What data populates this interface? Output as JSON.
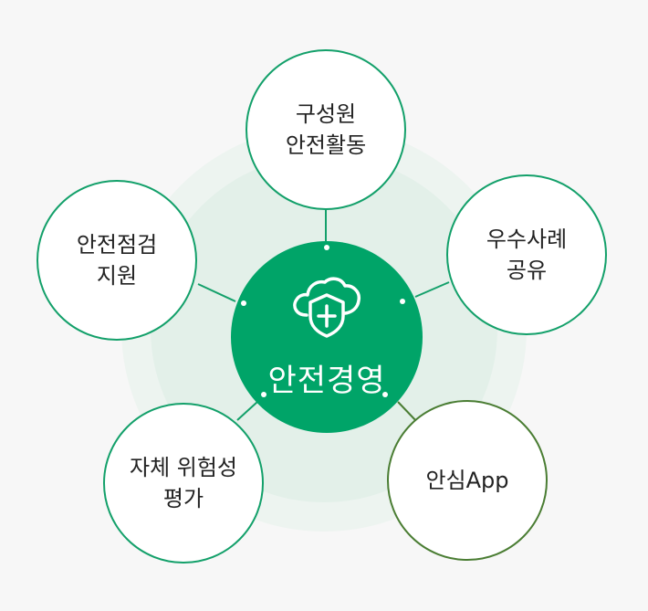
{
  "center": {
    "label": "안전경영",
    "icon": "cloud-shield-icon"
  },
  "nodes": [
    {
      "id": "crew-safety",
      "lines": [
        "구성원",
        "안전활동"
      ]
    },
    {
      "id": "best-practice",
      "lines": [
        "우수사례",
        "공유"
      ]
    },
    {
      "id": "safety-app",
      "lines": [
        "안심App"
      ]
    },
    {
      "id": "risk-assessment",
      "lines": [
        "자체 위험성",
        "평가"
      ]
    },
    {
      "id": "inspection-support",
      "lines": [
        "안전점검",
        "지원"
      ]
    }
  ],
  "colors": {
    "primary_green": "#00a468",
    "node_border": "#13a06a",
    "app_border": "#4a7d33",
    "ring_outer": "#edf4f0",
    "ring_inner": "#e3f0e9"
  }
}
